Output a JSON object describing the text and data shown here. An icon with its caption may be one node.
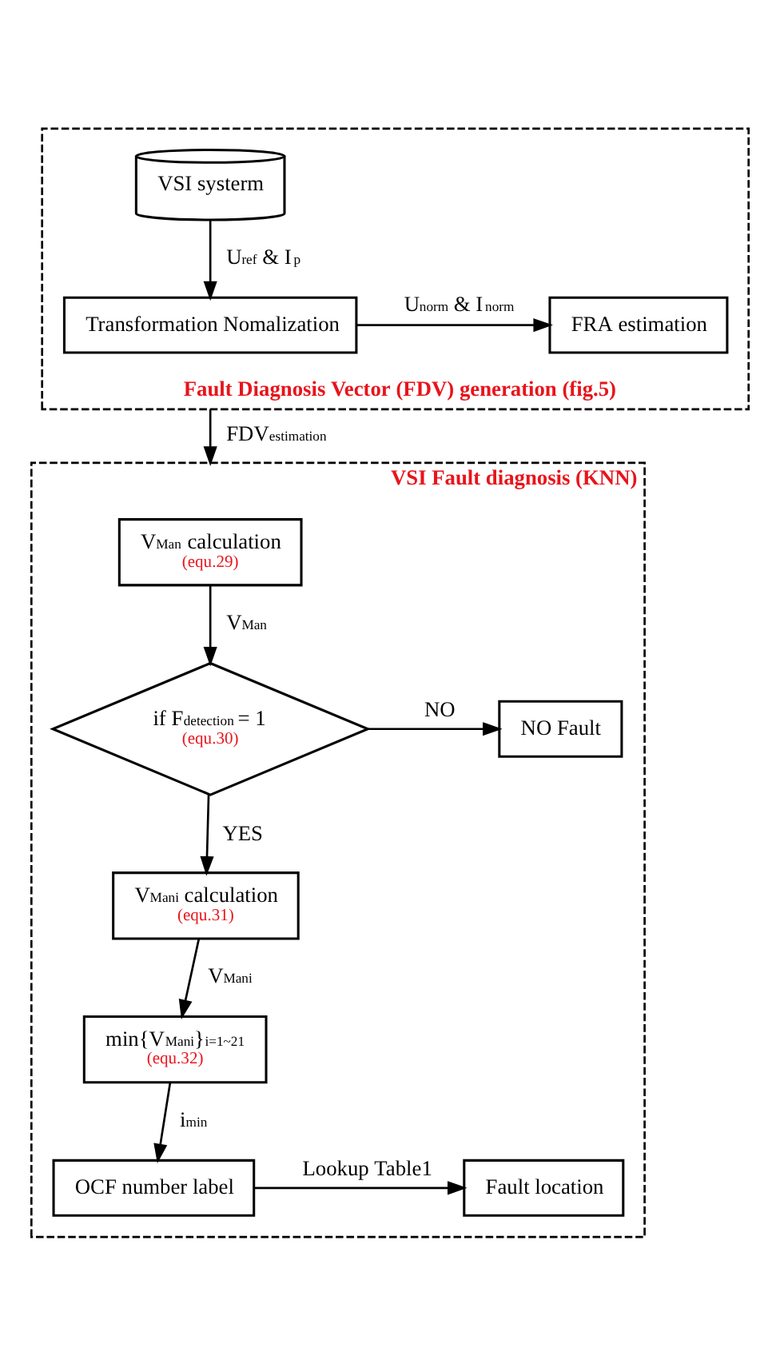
{
  "diagram": {
    "nodes": [
      {
        "text": [
          "Fault Diagnosis Vector (FDV) generation (fig.5)"
        ]
      },
      {
        "text": [
          "VSI systerm"
        ],
        "in": 0
      },
      {
        "text": [
          "Transformation Nomalization"
        ],
        "in": 0
      },
      {
        "text": [
          "FRA estimation"
        ],
        "in": 0
      },
      {
        "text": [
          "VSI Fault diagnosis (KNN)"
        ]
      },
      {
        "text": [
          "V$_{Man}$ calculation",
          "(equ.29)"
        ],
        "in": 4
      },
      {
        "text": [
          "if F$_{detection}$ = 1",
          "(equ.30)"
        ],
        "in": 4
      },
      {
        "text": [
          "NO Fault"
        ],
        "in": 4
      },
      {
        "text": [
          "V$_{Mani}$ calculation",
          "(equ.31)"
        ],
        "in": 4
      },
      {
        "text": [
          "min{V$_{Mani}$}$_{i=1~21}$",
          "(equ.32)"
        ],
        "in": 4
      },
      {
        "text": [
          "OCF number label"
        ],
        "in": 4
      },
      {
        "text": [
          "Fault location"
        ],
        "in": 4
      }
    ],
    "edges": [
      {
        "from": 1,
        "to": 2,
        "arrow": "to",
        "label": "U$_{ref}$ & I$_{p}$"
      },
      {
        "from": 2,
        "to": 3,
        "arrow": "to",
        "label": "U$_{norm}$ & I$_{norm}$"
      },
      {
        "from": 0,
        "to": 4,
        "arrow": "to",
        "label": "FDV$_{estimation}$"
      },
      {
        "from": 5,
        "to": 6,
        "arrow": "to",
        "label": "V$_{Man}$"
      },
      {
        "from": 6,
        "to": 7,
        "arrow": "to",
        "label": "NO"
      },
      {
        "from": 6,
        "to": 8,
        "arrow": "to",
        "label": "YES"
      },
      {
        "from": 8,
        "to": 9,
        "arrow": "to",
        "label": "V$_{Mani}$"
      },
      {
        "from": 9,
        "to": 10,
        "arrow": "to",
        "label": "i$_{min}$"
      },
      {
        "from": 10,
        "to": 11,
        "arrow": "to",
        "label": "Lookup Table1"
      }
    ]
  }
}
